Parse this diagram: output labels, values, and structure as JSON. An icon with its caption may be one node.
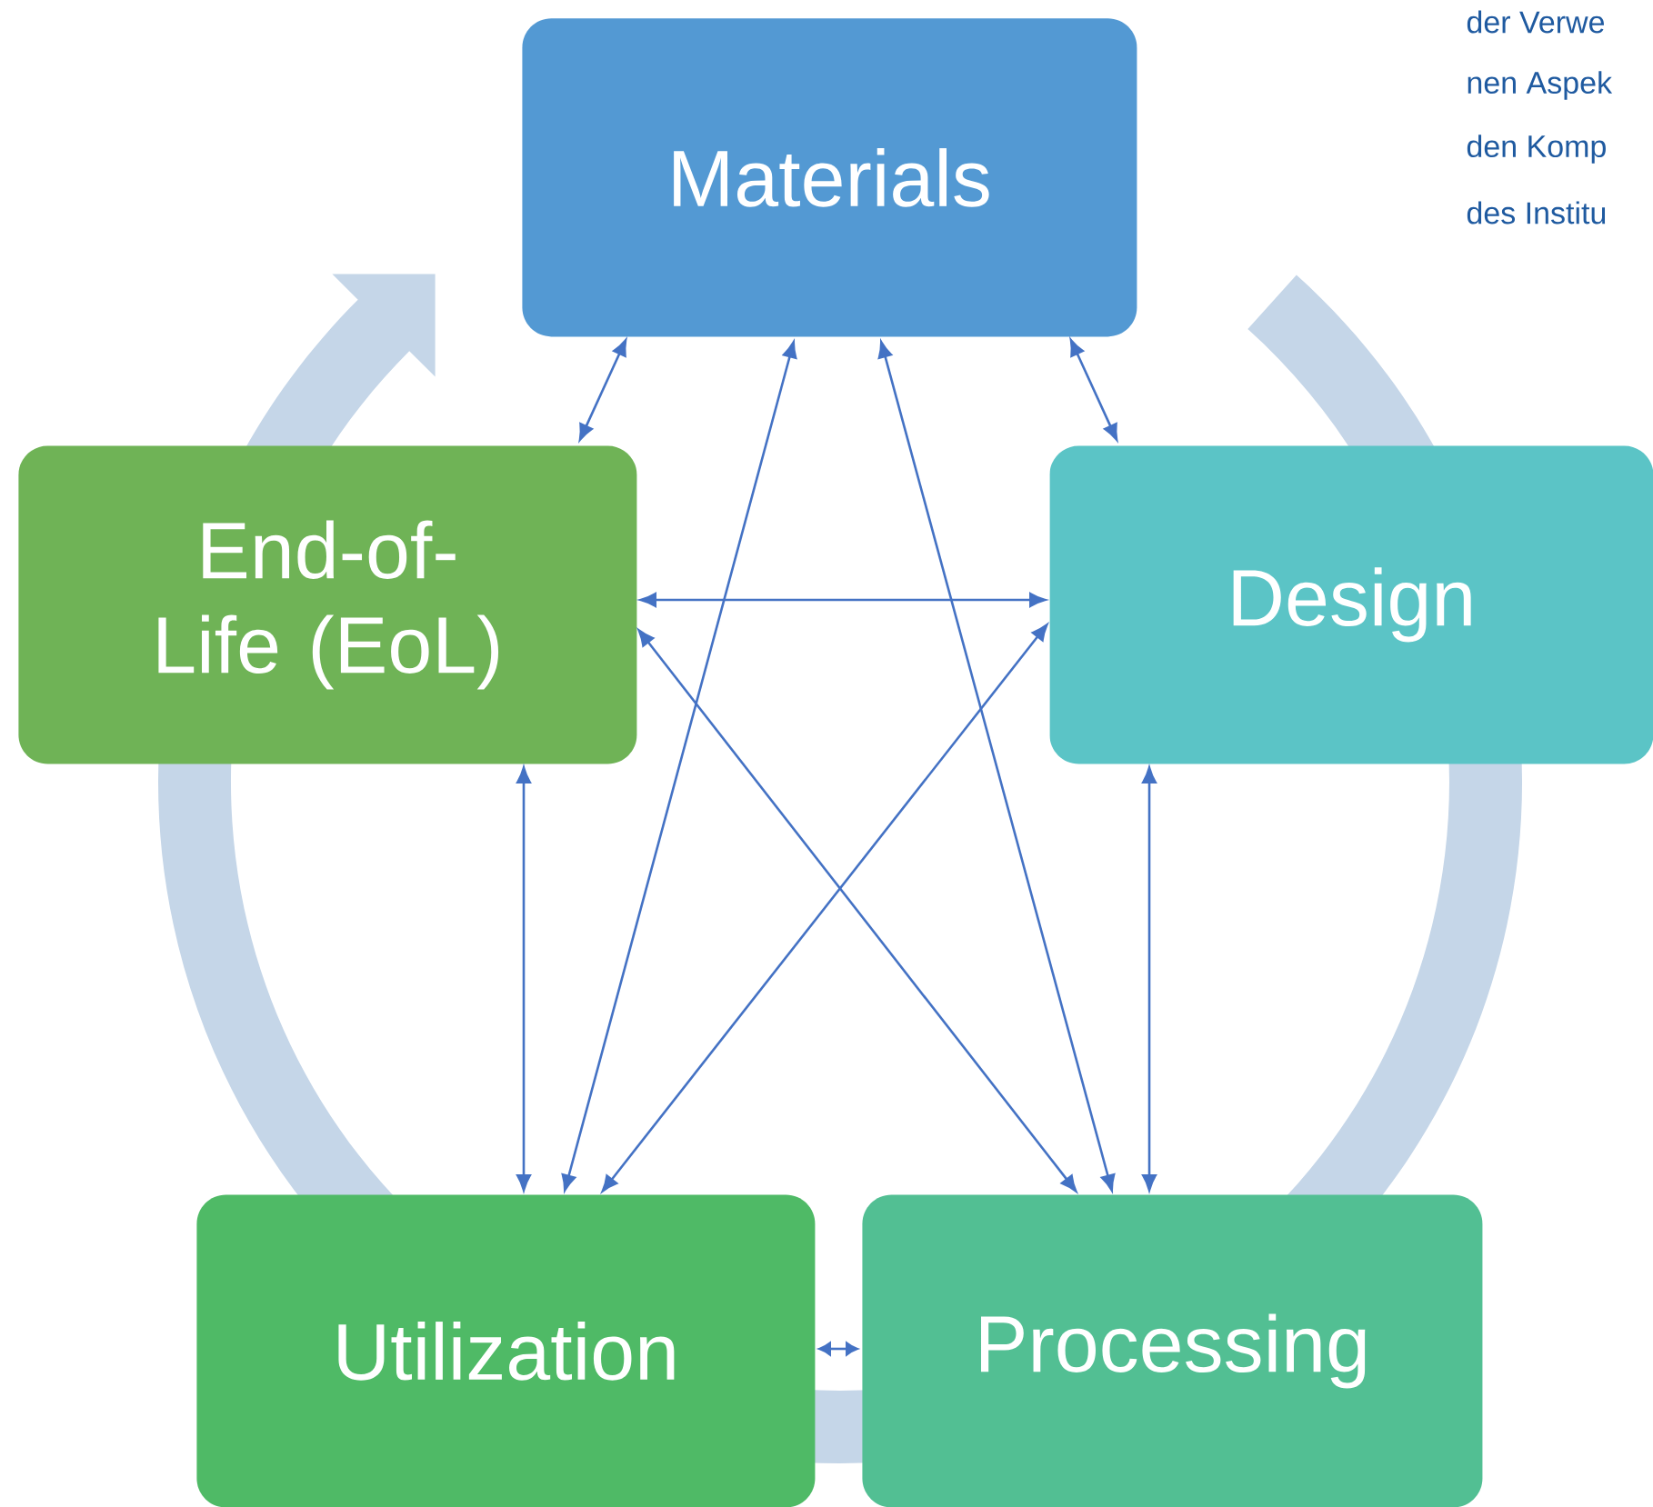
{
  "diagram": {
    "nodes": [
      {
        "text": [
          "Materials"
        ]
      },
      {
        "text": [
          "End-of-Life (EoL)"
        ]
      },
      {
        "text": [
          "Design"
        ]
      },
      {
        "text": [
          "Utilization"
        ]
      },
      {
        "text": [
          "Processing"
        ]
      }
    ],
    "edges": [
      {
        "from": 0,
        "to": 1,
        "arrow": "both"
      },
      {
        "from": 0,
        "to": 2,
        "arrow": "both"
      },
      {
        "from": 0,
        "to": 3,
        "arrow": "both"
      },
      {
        "from": 0,
        "to": 4,
        "arrow": "both"
      },
      {
        "from": 1,
        "to": 2,
        "arrow": "both"
      },
      {
        "from": 1,
        "to": 4,
        "arrow": "both"
      },
      {
        "from": 1,
        "to": 3,
        "arrow": "both"
      },
      {
        "from": 2,
        "to": 3,
        "arrow": "both"
      },
      {
        "from": 2,
        "to": 4,
        "arrow": "both"
      },
      {
        "from": 3,
        "to": 4,
        "arrow": "both"
      }
    ],
    "labels": [
      "der Verwe",
      "nen Aspek",
      "den Komp",
      "des Institu"
    ]
  }
}
